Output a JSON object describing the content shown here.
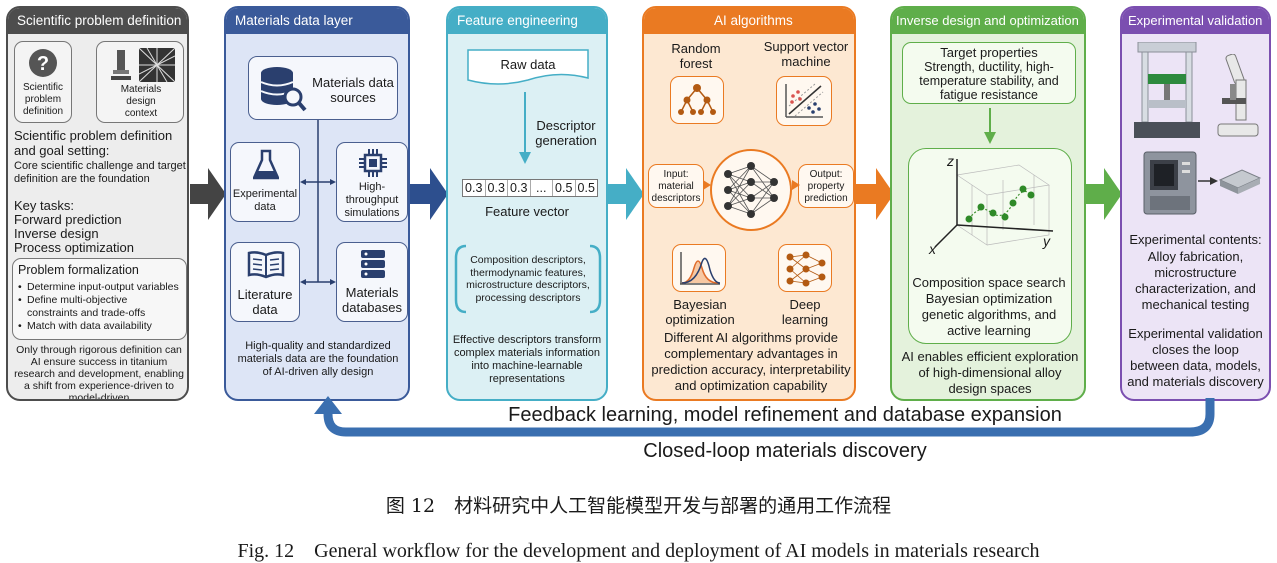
{
  "panels": {
    "problem": {
      "header": "Scientific problem definition",
      "icon1_label": "Scientific problem definition",
      "icon2_label": "Materials design context",
      "goal_title": "Scientific problem definition and goal setting:",
      "goal_text": "Core scientific challenge and target definition are the foundation",
      "tasks_title": "Key tasks:",
      "tasks": [
        "Forward prediction",
        "Inverse design",
        "Process optimization"
      ],
      "formalization_title": "Problem formalization",
      "formalization_items": [
        "Determine input-output variables",
        "Define multi-objective constraints and trade-offs",
        "Match with data availability"
      ],
      "footer": "Only through rigorous definition can AI ensure success in titanium research and development, enabling a shift from experience-driven to model-driven"
    },
    "data": {
      "header": "Materials data layer",
      "sources": "Materials data sources",
      "experimental": "Experimental data",
      "simulations": "High-throughput simulations",
      "literature": "Literature data",
      "databases": "Materials databases",
      "footer": "High-quality and standardized materials data are the foundation of AI-driven ally design"
    },
    "feature": {
      "header": "Feature engineering",
      "raw": "Raw data",
      "descriptor": "Descriptor generation",
      "vector": [
        "0.3",
        "0.3",
        "0.3",
        "...",
        "0.5",
        "0.5"
      ],
      "vector_label": "Feature vector",
      "descriptors": "Composition descriptors, thermodynamic features, microstructure descriptors, processing descriptors",
      "footer": "Effective descriptors transform complex materials information into machine-learnable representations"
    },
    "ai": {
      "header": "AI algorithms",
      "rf": "Random forest",
      "svm": "Support vector machine",
      "input": "Input: material descriptors",
      "output": "Output: property prediction",
      "bo": "Bayesian optimization",
      "dl": "Deep learning",
      "footer": "Different AI algorithms provide complementary advantages in prediction accuracy, interpretability and optimization capability"
    },
    "inverse": {
      "header": "Inverse design and optimization",
      "target_title": "Target properties",
      "target_text": "Strength, ductility, high-temperature stability, and fatigue resistance",
      "axis_x": "x",
      "axis_y": "y",
      "axis_z": "z",
      "methods": "Composition space search Bayesian optimization genetic algorithms, and active learning",
      "footer": "AI enables efficient exploration of high-dimensional alloy design spaces"
    },
    "exp": {
      "header": "Experimental validation",
      "contents_title": "Experimental contents:",
      "contents": "Alloy fabrication, microstructure characterization, and mechanical testing",
      "footer": "Experimental validation closes the loop between data, models, and materials discovery"
    }
  },
  "feedback": "Feedback learning, model refinement and database expansion",
  "closed_loop": "Closed-loop materials discovery",
  "caption_cn": "图 12　材料研究中人工智能模型开发与部署的通用工作流程",
  "caption_en": "Fig. 12　General workflow for the development and deployment of AI models in materials research",
  "colors": {
    "problem": "#4d4d4d",
    "data": "#3a5a9a",
    "feature": "#45aec6",
    "ai": "#ea7a22",
    "inverse": "#5fae4a",
    "exp": "#7b4fb0",
    "loop": "#3a6fb0"
  }
}
